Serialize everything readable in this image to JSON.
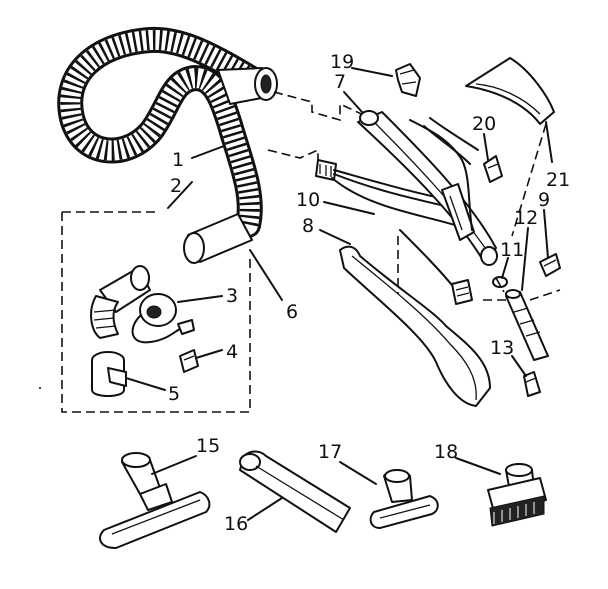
{
  "callouts": [
    "1",
    "2",
    "3",
    "4",
    "5",
    "6",
    "7",
    "8",
    "9",
    "10",
    "11",
    "12",
    "13",
    "15",
    "16",
    "17",
    "18",
    "19",
    "20",
    "21"
  ],
  "parts": {
    "hose": "hose-icon",
    "hose_cuff": "hose-cuff-icon",
    "swivel_elbow": "swivel-elbow-icon",
    "cord_loop": "cord-loop-icon",
    "clip": "clip-icon",
    "coupler": "coupler-icon",
    "handle_upper": "handle-upper-icon",
    "handle_lower": "handle-lower-icon",
    "wire_harness": "wire-harness-icon",
    "switch": "switch-icon",
    "switch_cover": "switch-cover-icon",
    "clamp": "clamp-icon",
    "tube_connector": "tube-connector-icon",
    "small_fitting": "small-fitting-icon",
    "floor_tool": "floor-tool-icon",
    "crevice_tool": "crevice-tool-icon",
    "upholstery_tool": "upholstery-tool-icon",
    "dusting_brush": "dusting-brush-icon"
  }
}
